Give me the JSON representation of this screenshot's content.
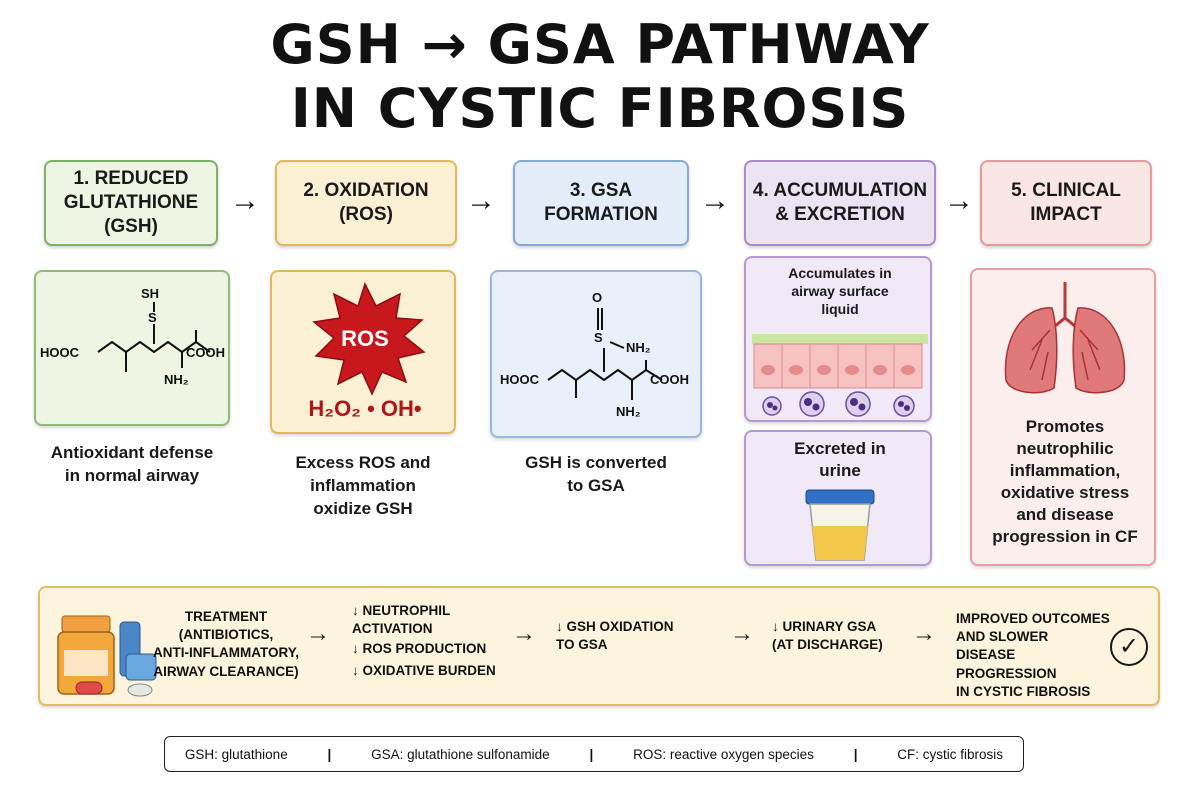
{
  "title": {
    "line1": "GSH → GSA PATHWAY",
    "line2": "IN CYSTIC FIBROSIS"
  },
  "steps": [
    {
      "label": "1. REDUCED\nGLUTATHIONE\n(GSH)",
      "color": "#7fb069"
    },
    {
      "label": "2. OXIDATION\n(ROS)",
      "color": "#e3b75c"
    },
    {
      "label": "3. GSA\nFORMATION",
      "color": "#88a9d8"
    },
    {
      "label": "4. ACCUMULATION\n& EXCRETION",
      "color": "#a98cc9"
    },
    {
      "label": "5. CLINICAL\nIMPACT",
      "color": "#e69a9a"
    }
  ],
  "arrow_glyph": "→",
  "panel1": {
    "structure": {
      "sh": "SH",
      "s": "S",
      "left_group": "HOOC",
      "right_group": "COOH",
      "amine": "NH₂"
    },
    "caption": "Antioxidant defense\nin normal airway"
  },
  "panel2": {
    "badge": "ROS",
    "species": "H₂O₂ • OH•",
    "caption": "Excess ROS and\ninflammation\noxidize GSH"
  },
  "panel3": {
    "structure": {
      "o": "O",
      "s": "S",
      "nh2_top": "NH₂",
      "left_group": "HOOC",
      "right_group": "COOH",
      "nh2_bottom": "NH₂"
    },
    "caption": "GSH is converted\nto GSA"
  },
  "panel4": {
    "top_text": "Accumulates in\nairway surface\nliquid",
    "bottom_text": "Excreted in\nurine"
  },
  "panel5": {
    "caption": "Promotes\nneutrophilic\ninflammation,\noxidative stress\nand disease\nprogression in CF"
  },
  "treatment": {
    "label": "TREATMENT\n(ANTIBIOTICS,\nANTI-INFLAMMATORY,\nAIRWAY CLEARANCE)",
    "effects": [
      "↓ NEUTROPHIL\n    ACTIVATION",
      "↓ ROS PRODUCTION",
      "↓ OXIDATIVE BURDEN"
    ],
    "gsh_oxidation": "↓ GSH OXIDATION\n    TO GSA",
    "urinary": "↓ URINARY GSA\n    (AT DISCHARGE)",
    "outcome": "IMPROVED OUTCOMES\nAND SLOWER\nDISEASE PROGRESSION\nIN CYSTIC FIBROSIS",
    "check": "✓"
  },
  "legend": [
    "GSH: glutathione",
    "GSA: glutathione sulfonamide",
    "ROS: reactive oxygen species",
    "CF: cystic fibrosis"
  ],
  "legend_separator": "|"
}
